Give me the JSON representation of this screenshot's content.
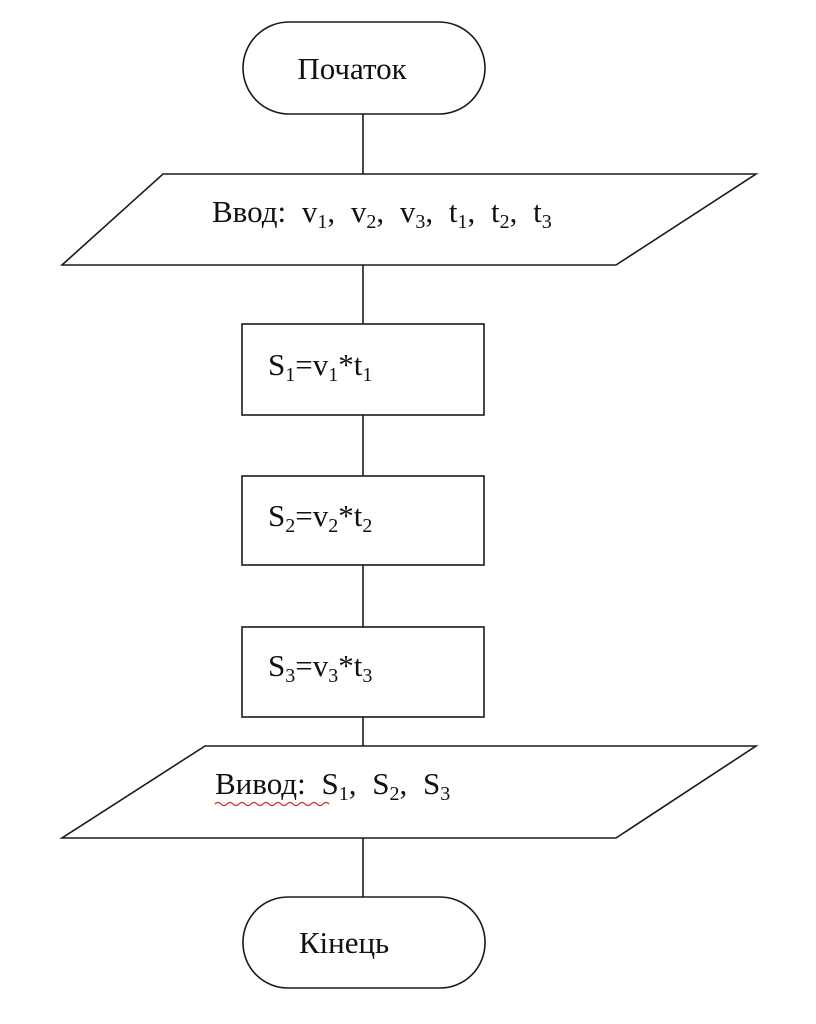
{
  "flowchart": {
    "start": {
      "text": "Початок"
    },
    "input": {
      "keyword": "Ввод:",
      "vars": [
        {
          "base": "v",
          "sub": "1",
          "sep": ","
        },
        {
          "base": "v",
          "sub": "2",
          "sep": ","
        },
        {
          "base": "v",
          "sub": "3",
          "sep": ","
        },
        {
          "base": "t",
          "sub": "1",
          "sep": ","
        },
        {
          "base": "t",
          "sub": "2",
          "sep": ","
        },
        {
          "base": "t",
          "sub": "3",
          "sep": ""
        }
      ]
    },
    "steps": [
      {
        "lhs": "S",
        "lhs_sub": "1",
        "eq": "=",
        "a": "v",
        "a_sub": "1",
        "op": "*",
        "b": "t",
        "b_sub": "1"
      },
      {
        "lhs": "S",
        "lhs_sub": "2",
        "eq": "=",
        "a": "v",
        "a_sub": "2",
        "op": "*",
        "b": "t",
        "b_sub": "2"
      },
      {
        "lhs": "S",
        "lhs_sub": "3",
        "eq": "=",
        "a": "v",
        "a_sub": "3",
        "op": "*",
        "b": "t",
        "b_sub": "3"
      }
    ],
    "output": {
      "keyword": "Вивод:",
      "vars": [
        {
          "base": "S",
          "sub": "1",
          "sep": ","
        },
        {
          "base": "S",
          "sub": "2",
          "sep": ","
        },
        {
          "base": "S",
          "sub": "3",
          "sep": ""
        }
      ]
    },
    "end": {
      "text": "Кінець"
    }
  }
}
